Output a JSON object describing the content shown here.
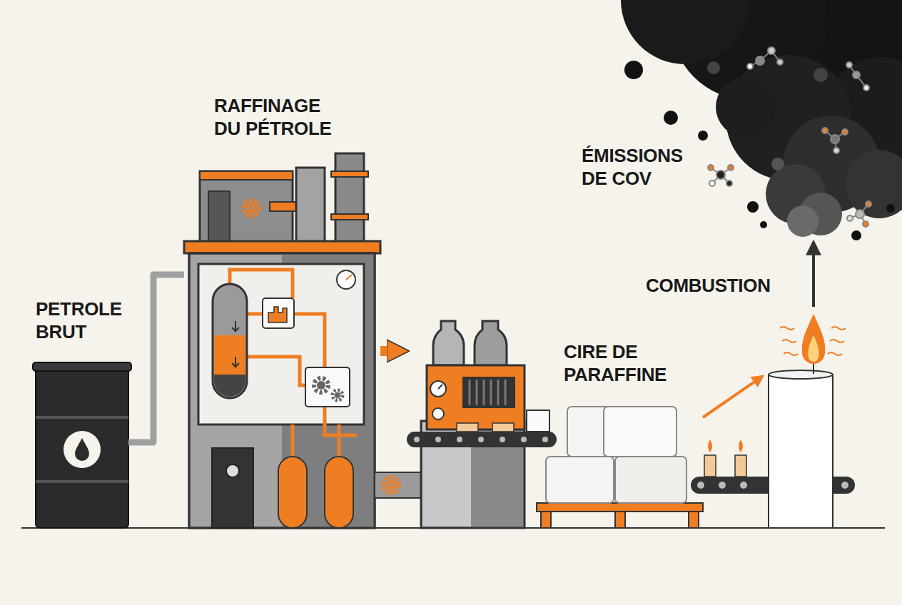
{
  "diagram": {
    "nodes": [
      {
        "text": [
          "PETROLE BRUT"
        ]
      },
      {
        "text": [
          "RAFFINAGE DU PÉTROLE"
        ]
      },
      {
        "text": [
          "CIRE DE PARAFFINE"
        ]
      },
      {
        "text": [
          "COMBUSTION"
        ]
      },
      {
        "text": [
          "ÉMISSIONS DE COV"
        ]
      }
    ],
    "edges": [
      {
        "from": 0,
        "to": 1,
        "arrow": "none"
      },
      {
        "from": 1,
        "to": 2,
        "arrow": "to"
      },
      {
        "from": 2,
        "to": 3,
        "arrow": "to"
      },
      {
        "from": 3,
        "to": 4,
        "arrow": "to"
      }
    ]
  }
}
